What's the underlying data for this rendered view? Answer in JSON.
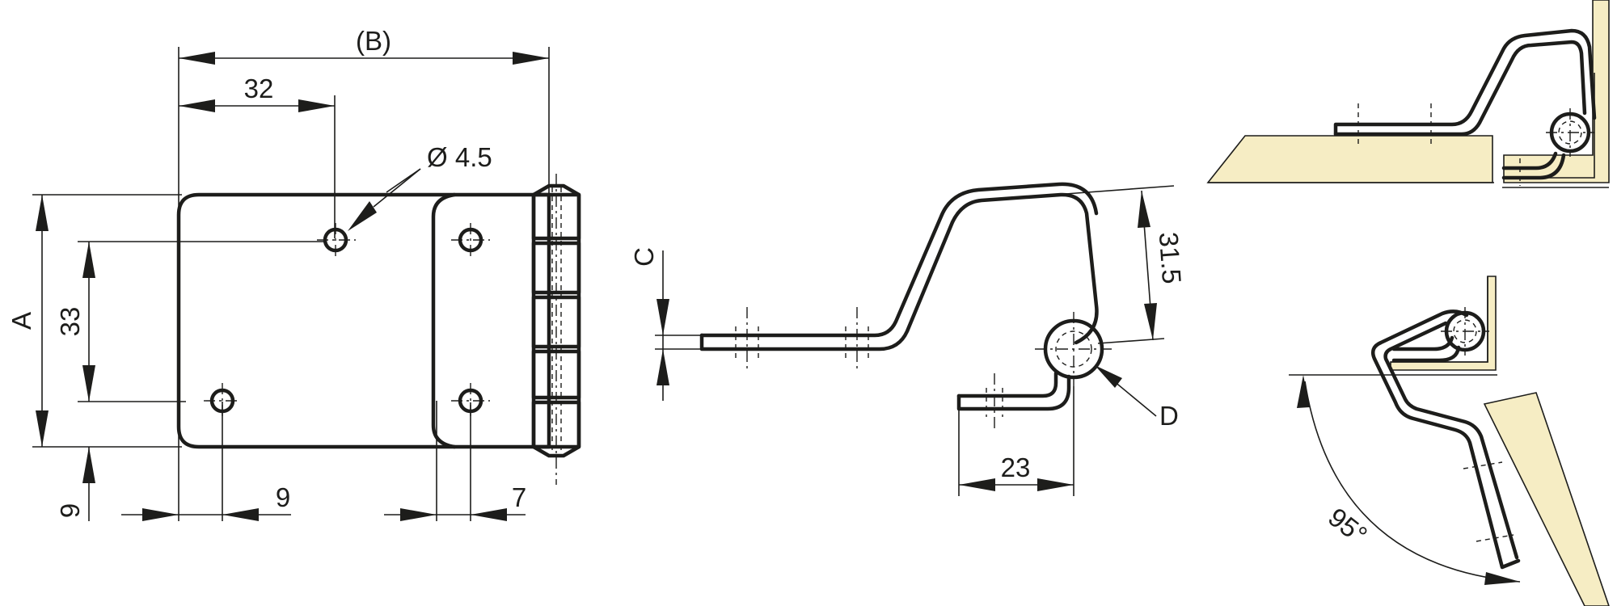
{
  "dimensions": {
    "overall_width": "(B)",
    "hole_spacing_horizontal": "32",
    "hole_diameter": "Ø 4.5",
    "height": "A",
    "hole_spacing_vertical": "33",
    "edge_offset_bottom": "9",
    "edge_offset_left": "9",
    "edge_offset_right": "7",
    "thickness": "C",
    "knuckle_height": "31.5",
    "knuckle": "D",
    "leaf_offset": "23",
    "opening_angle": "95°"
  },
  "colors": {
    "line": "#1d1d1b",
    "wood": "#f6edc4",
    "background": "#ffffff"
  }
}
